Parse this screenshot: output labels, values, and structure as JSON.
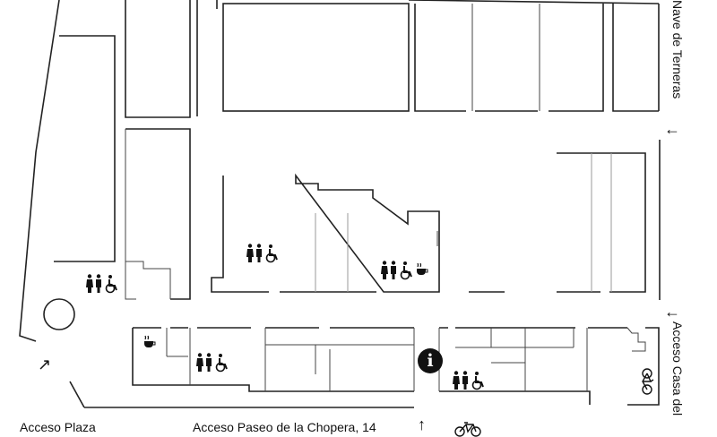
{
  "labels": {
    "access_plaza": "Acceso Plaza",
    "access_paseo": "Acceso Paseo de la Chopera, 14",
    "nave_terneras": "Nave de Terneras",
    "access_casa": "Acceso Casa del"
  },
  "arrows": {
    "plaza": "↗",
    "paseo": "↑",
    "terneras": "←",
    "casa": "←"
  },
  "icons": {
    "toilets": "toilets-accessible-icon",
    "cafe": "cafe-icon",
    "info": "info-icon",
    "bike": "bicycle-icon",
    "info_glyph": "i",
    "cafe_glyph": "☕"
  },
  "colors": {
    "walls": "#222222",
    "background": "#ffffff",
    "info_fill": "#111111"
  }
}
